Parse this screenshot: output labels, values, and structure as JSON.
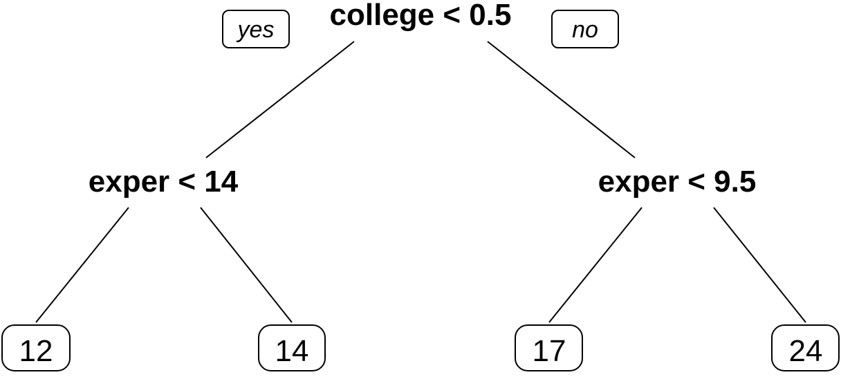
{
  "tree": {
    "root": {
      "label": "college < 0.5"
    },
    "branch_yes": "yes",
    "branch_no": "no",
    "left_split": {
      "label": "exper < 14"
    },
    "right_split": {
      "label": "exper < 9.5"
    },
    "leaves": [
      "12",
      "14",
      "17",
      "24"
    ]
  }
}
